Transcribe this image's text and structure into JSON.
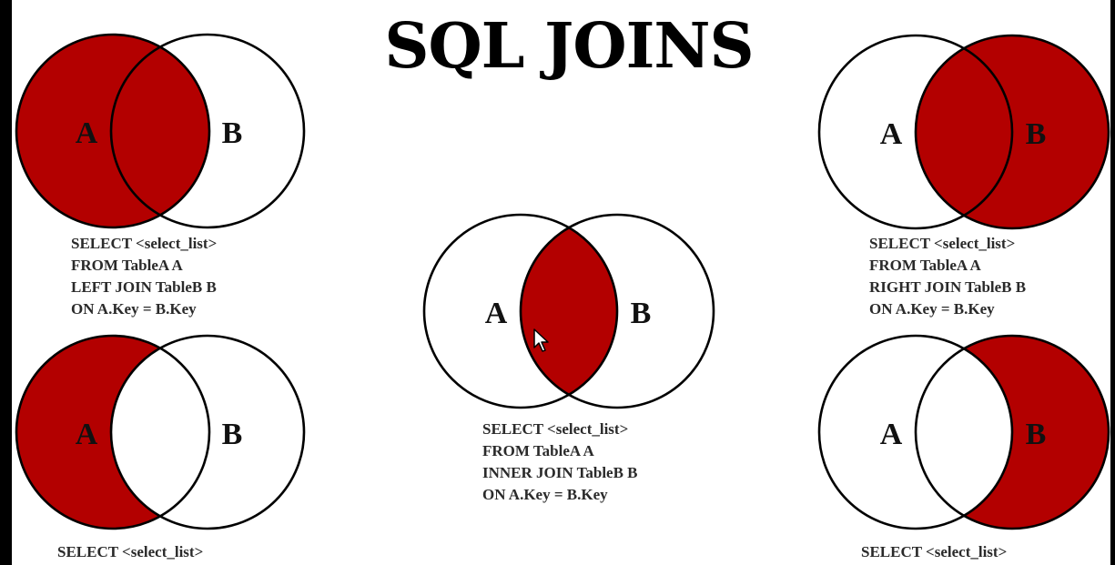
{
  "title": "SQL JOINS",
  "colors": {
    "fill": "#b30000",
    "outline": "#000000",
    "background": "#ffffff"
  },
  "diagrams": [
    {
      "id": "left-join",
      "set_a": "A",
      "set_b": "B",
      "highlight": "left",
      "query": [
        "SELECT <select_list>",
        "FROM TableA A",
        "LEFT JOIN TableB B",
        "ON A.Key = B.Key"
      ]
    },
    {
      "id": "inner-join",
      "set_a": "A",
      "set_b": "B",
      "highlight": "intersection",
      "query": [
        "SELECT <select_list>",
        "FROM TableA A",
        "INNER JOIN TableB B",
        "ON A.Key = B.Key"
      ]
    },
    {
      "id": "right-join",
      "set_a": "A",
      "set_b": "B",
      "highlight": "right",
      "query": [
        "SELECT <select_list>",
        "FROM TableA A",
        "RIGHT JOIN TableB B",
        "ON A.Key = B.Key"
      ]
    },
    {
      "id": "left-only",
      "set_a": "A",
      "set_b": "B",
      "highlight": "left-only",
      "query": [
        "SELECT <select_list>"
      ]
    },
    {
      "id": "right-only",
      "set_a": "A",
      "set_b": "B",
      "highlight": "right-only",
      "query": [
        "SELECT <select_list>"
      ]
    }
  ]
}
